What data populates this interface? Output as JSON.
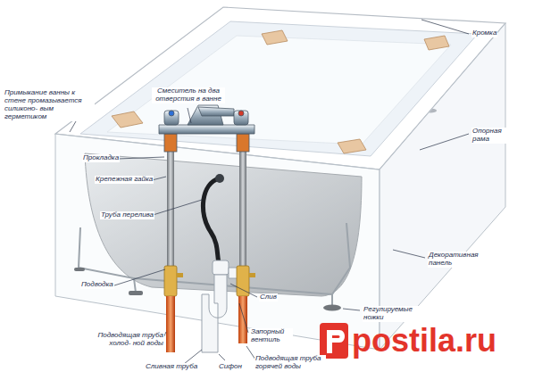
{
  "diagram": {
    "labels": [
      "Кромка",
      "Примыкание ванны к стене промазывается силиконо- вым герметиком",
      "Смеситель на два отверстия в ванне",
      "Опорная рама",
      "Прокладка",
      "Крепежная гайка",
      "Труба перелива",
      "Декоративная панель",
      "Подводка",
      "Регулируемые ножки",
      "Слив",
      "Запорный вентиль",
      "Подводящая труба холод- ной воды",
      "Сливная труба",
      "Сифон",
      "Подводящая труба горячей воды",
      "postila.ru"
    ]
  }
}
